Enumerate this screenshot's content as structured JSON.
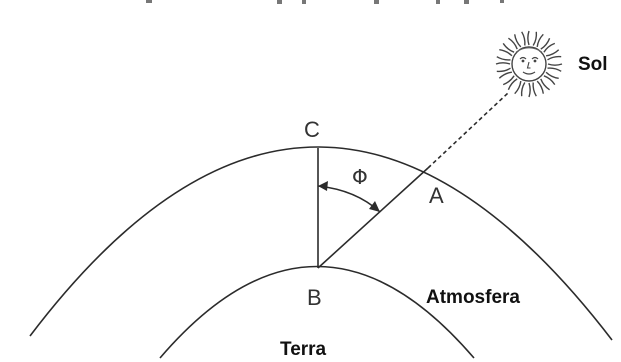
{
  "labels": {
    "C": "C",
    "A": "A",
    "B": "B",
    "phi": "Φ",
    "sun": "Sol",
    "atmosphere": "Atmosfera",
    "earth": "Terra"
  },
  "colors": {
    "line": "#2b2b2b",
    "sun": "#444444",
    "text": "#111111"
  },
  "icons": {
    "sun": "sun-face-icon"
  }
}
